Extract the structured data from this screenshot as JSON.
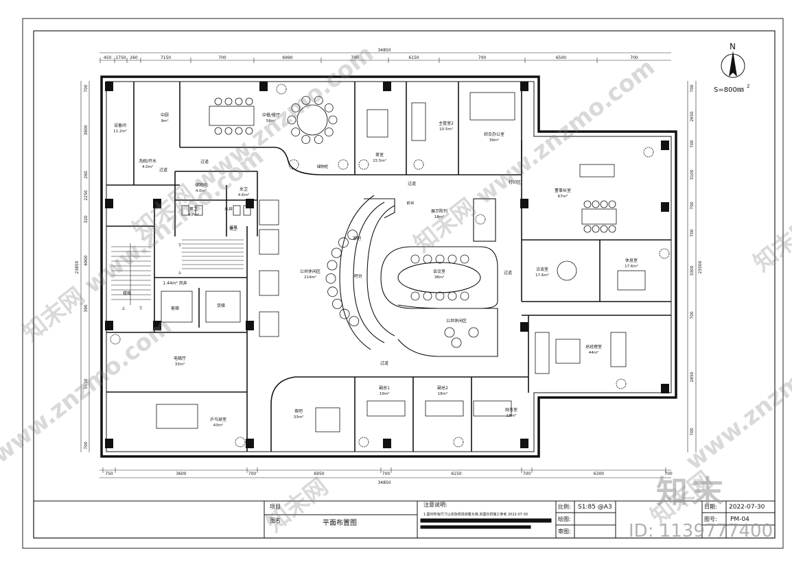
{
  "north": {
    "letter": "N",
    "scale": "S=800㎜",
    "sup": "2"
  },
  "dims_top": [
    "450",
    "1750",
    "260",
    "7150",
    "700",
    "6990",
    "700",
    "6150",
    "700",
    "6500",
    "700"
  ],
  "dims_bottom": [
    "750",
    "3600",
    "700",
    "6950",
    "700",
    "6150",
    "700",
    "6300",
    "700"
  ],
  "total_top": "34850",
  "total_bottom": "34850",
  "dims_left": [
    "700",
    "3900",
    "260",
    "2250",
    "320",
    "6900",
    "390",
    "5550",
    "700"
  ],
  "dims_right": [
    "700",
    "2650",
    "700",
    "3100",
    "700",
    "700",
    "3300",
    "700",
    "2850",
    "700"
  ],
  "total_left": "23850",
  "total_right": "23500",
  "rooms": [
    {
      "key": "equip",
      "name": "设备间",
      "area": "11.2m²"
    },
    {
      "key": "kitchen",
      "name": "中厨",
      "area": "9m²"
    },
    {
      "key": "dining",
      "name": "中餐/餐厅",
      "area": "58m²"
    },
    {
      "key": "tea",
      "name": "茶室",
      "area": "15.5m²"
    },
    {
      "key": "mgr2",
      "name": "主管室2",
      "area": "10.5m²"
    },
    {
      "key": "office",
      "name": "综合办公室",
      "area": "39m²"
    },
    {
      "key": "washup",
      "name": "洗碗/开水",
      "area": "4.0m²"
    },
    {
      "key": "storage",
      "name": "储物间",
      "area": "4.0m²"
    },
    {
      "key": "fwc",
      "name": "女卫",
      "area": "4.6m²"
    },
    {
      "key": "mwc",
      "name": "男卫",
      "area": "4.7m²"
    },
    {
      "key": "water",
      "name": "水井",
      "area": ""
    },
    {
      "key": "pipe",
      "name": "排风",
      "area": ""
    },
    {
      "key": "chair",
      "name": "董事长室",
      "area": "67m²"
    },
    {
      "key": "print",
      "name": "打印区",
      "area": ""
    },
    {
      "key": "show",
      "name": "展示陈列",
      "area": "18m²"
    },
    {
      "key": "meeting",
      "name": "会议室",
      "area": "38m²"
    },
    {
      "key": "lounge",
      "name": "公共休闲区",
      "area": "214m²"
    },
    {
      "key": "bar",
      "name": "茶吧",
      "area": ""
    },
    {
      "key": "bar2",
      "name": "吧台",
      "area": ""
    },
    {
      "key": "lounge2",
      "name": "公共休闲区",
      "area": ""
    },
    {
      "key": "neg",
      "name": "洽谈室",
      "area": "17.6m²"
    },
    {
      "key": "rest",
      "name": "休息室",
      "area": "17.6m²"
    },
    {
      "key": "gm",
      "name": "总经理室",
      "area": "44m²"
    },
    {
      "key": "shaft",
      "name": "1.44m² 风井",
      "area": ""
    },
    {
      "key": "lift1",
      "name": "客梯",
      "area": ""
    },
    {
      "key": "lift2",
      "name": "货梯",
      "area": ""
    },
    {
      "key": "liftlobby",
      "name": "电梯厅",
      "area": "33m²"
    },
    {
      "key": "activity",
      "name": "乒乓球室",
      "area": "43m²"
    },
    {
      "key": "teabar",
      "name": "茶吧",
      "area": "33m²"
    },
    {
      "key": "vgm1",
      "name": "副总1",
      "area": "19m²"
    },
    {
      "key": "vgm2",
      "name": "副总2",
      "area": "18m²"
    },
    {
      "key": "finance",
      "name": "财务室",
      "area": "18m²"
    },
    {
      "key": "stair",
      "name": "楼梯",
      "area": ""
    }
  ],
  "corridor_labels": [
    "过道",
    "过道",
    "过道",
    "过道",
    "过道"
  ],
  "small_labels": [
    "储物柜",
    "男卫",
    "前台",
    "下",
    "上",
    "下",
    "上"
  ],
  "titleblock": {
    "project_label": "项目",
    "drawing_label": "图名",
    "drawing_name": "平面布置图",
    "notes_label": "注意说明:",
    "notes_text": "1.图中所有尺寸以实际现场测量为准,本图仅供施工参考 2022-07-30",
    "ratio_label": "比例:",
    "ratio_value": "S1:85 @A3",
    "drawn_label": "绘图:",
    "review_label": "审图:",
    "date_label": "日期:",
    "date_value": "2022-07-30",
    "num_label": "图号:",
    "num_value": "PM-04"
  },
  "watermarks": [
    "知末网 www.znzmo.com",
    "知末网 www.znzmo.com",
    "www.znzmo.com",
    "知末网 www.znzmo.com",
    "www.znzmo.com",
    "知末网",
    "知末网",
    "知末网"
  ],
  "brand": "知末",
  "image_id": "ID: 1139777400"
}
